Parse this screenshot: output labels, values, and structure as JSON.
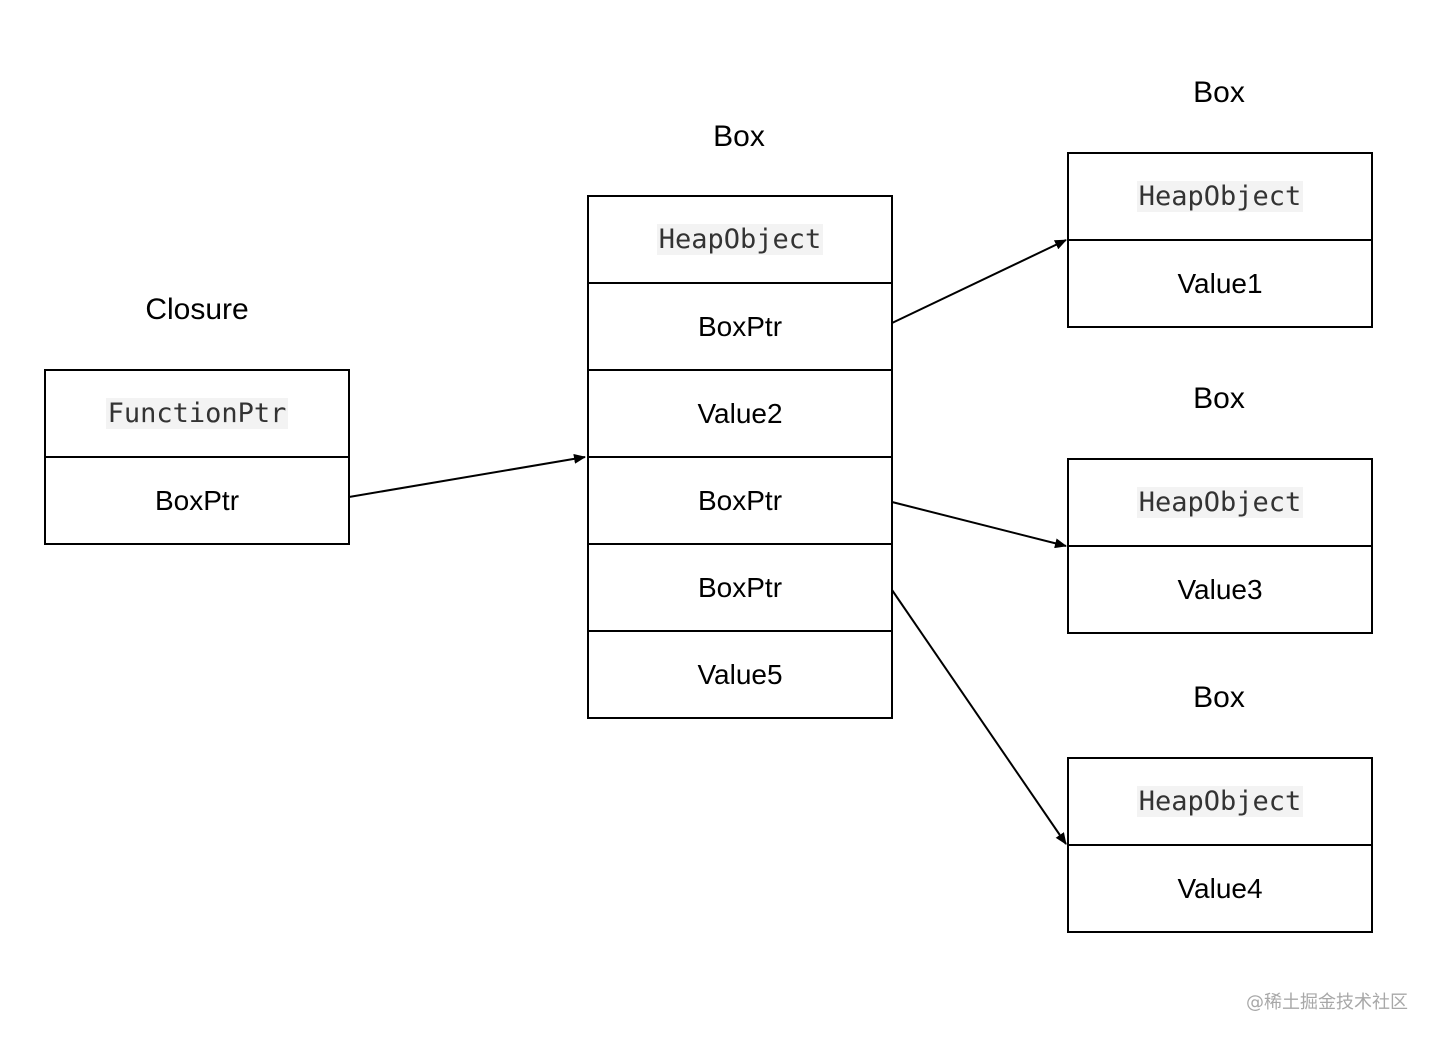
{
  "closure": {
    "title": "Closure",
    "cells": [
      "FunctionPtr",
      "BoxPtr"
    ]
  },
  "main_box": {
    "title": "Box",
    "cells": [
      "HeapObject",
      "BoxPtr",
      "Value2",
      "BoxPtr",
      "BoxPtr",
      "Value5"
    ]
  },
  "box_a": {
    "title": "Box",
    "cells": [
      "HeapObject",
      "Value1"
    ]
  },
  "box_b": {
    "title": "Box",
    "cells": [
      "HeapObject",
      "Value3"
    ]
  },
  "box_c": {
    "title": "Box",
    "cells": [
      "HeapObject",
      "Value4"
    ]
  },
  "watermark": "@稀土掘金技术社区",
  "colors": {
    "stroke": "#000000",
    "code_bg": "#f3f3f3",
    "watermark": "#a8a8a8"
  }
}
